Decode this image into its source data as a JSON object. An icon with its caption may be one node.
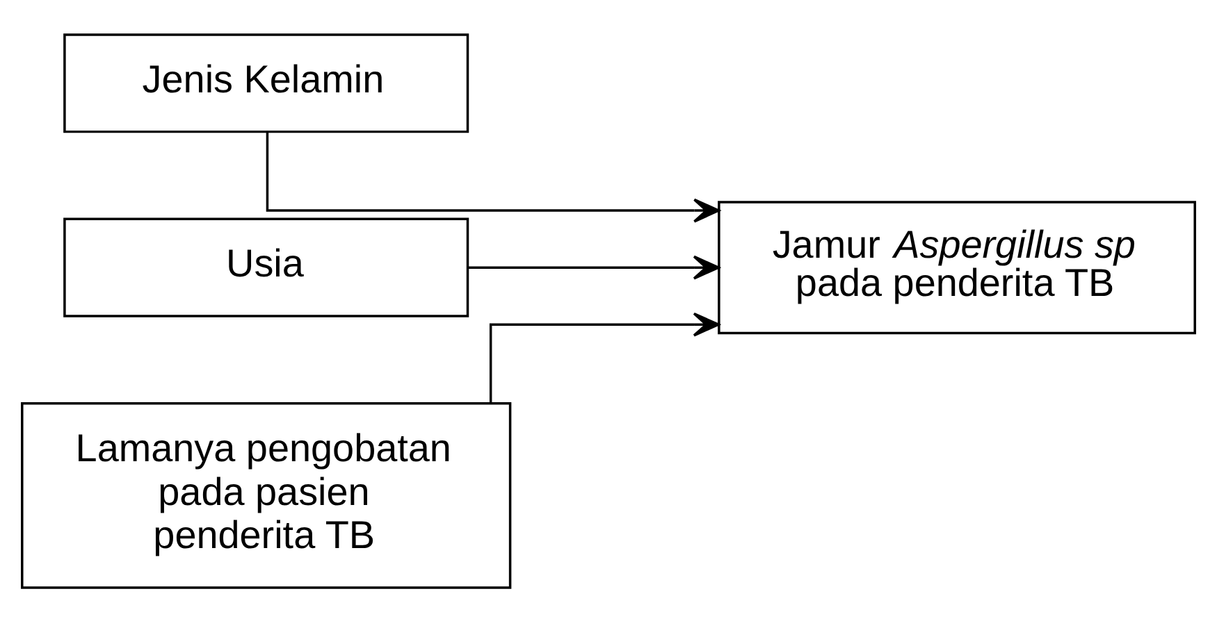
{
  "diagram": {
    "nodes": [
      {
        "text": [
          "Jenis Kelamin"
        ]
      },
      {
        "text": [
          "Usia"
        ]
      },
      {
        "text": [
          "Lamanya pengobatan pada pasien penderita TB"
        ]
      },
      {
        "text": [
          "Jamur *Aspergillus sp* pada penderita TB"
        ]
      }
    ],
    "edges": [
      {
        "from": 0,
        "to": 3,
        "arrow": "to"
      },
      {
        "from": 1,
        "to": 3,
        "arrow": "to"
      },
      {
        "from": 2,
        "to": 3,
        "arrow": "to"
      }
    ]
  }
}
